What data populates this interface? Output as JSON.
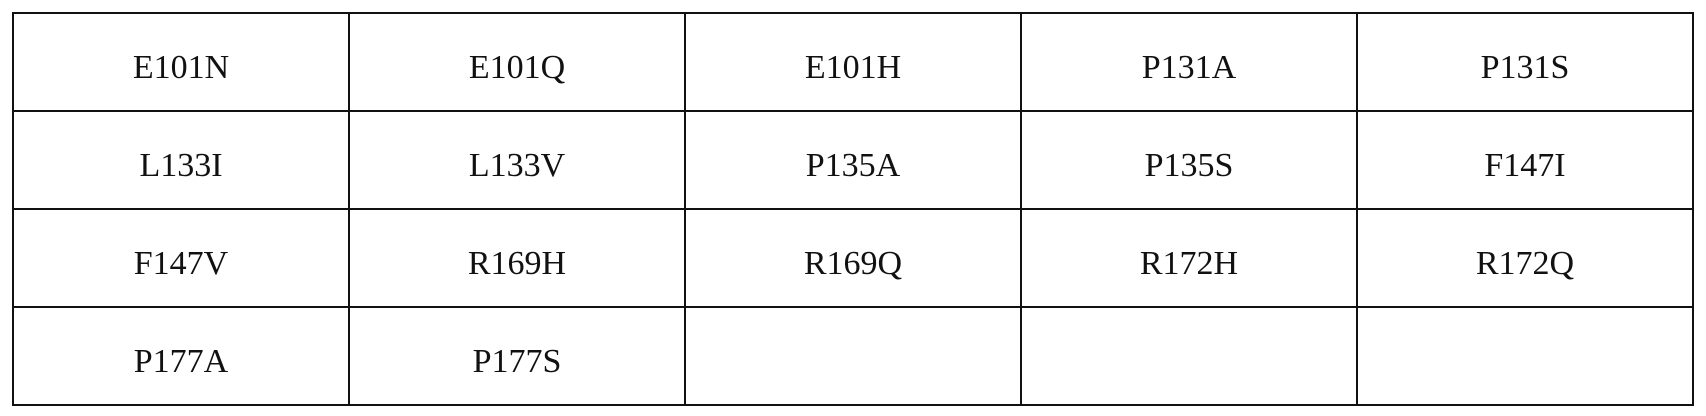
{
  "table": {
    "rows": [
      [
        "E101N",
        "E101Q",
        "E101H",
        "P131A",
        "P131S"
      ],
      [
        "L133I",
        "L133V",
        "P135A",
        "P135S",
        "F147I"
      ],
      [
        "F147V",
        "R169H",
        "R169Q",
        "R172H",
        "R172Q"
      ],
      [
        "P177A",
        "P177S",
        "",
        "",
        ""
      ]
    ]
  }
}
